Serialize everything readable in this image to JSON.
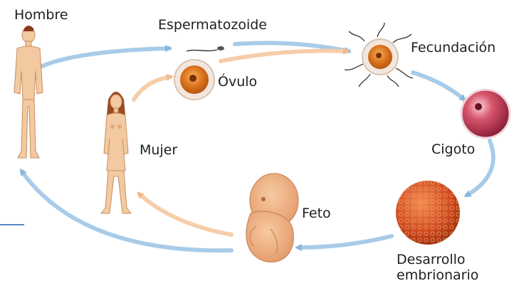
{
  "labels": {
    "hombre": "Hombre",
    "espermatozoide": "Espermatozoide",
    "fecundacion": "Fecundación",
    "ovulo": "Óvulo",
    "cigoto": "Cigoto",
    "mujer": "Mujer",
    "feto": "Feto",
    "desarrollo_line1": "Desarrollo",
    "desarrollo_line2": "embrionario"
  },
  "colors": {
    "cycle_arrow": "#9cc4e4",
    "female_arrow": "#f4c9a4",
    "skin": "#f2c9a0",
    "ovum": "#e0812a",
    "zygote": "#c8455d",
    "embryo": "#d9552a",
    "side_line": "#5b86c6"
  }
}
